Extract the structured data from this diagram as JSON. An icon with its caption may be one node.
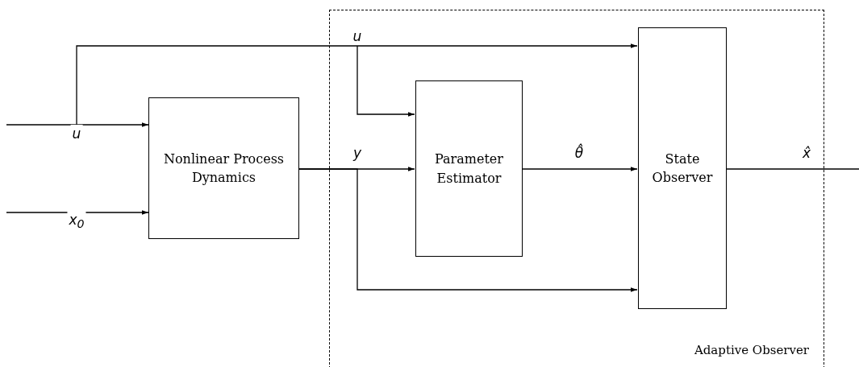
{
  "diagram": {
    "nodes": [
      {
        "text": [
          "Adaptive Observer"
        ]
      },
      {
        "text": [
          "Nonlinear Process Dynamics"
        ]
      },
      {
        "text": [
          "Parameter Estimator"
        ],
        "in": 0
      },
      {
        "text": [
          "State Observer"
        ],
        "in": 0
      }
    ],
    "edges": [
      {
        "from": null,
        "to": 1,
        "arrow": "to",
        "label": "u"
      },
      {
        "from": null,
        "to": 3,
        "arrow": "to"
      },
      {
        "from": null,
        "to": 2,
        "arrow": "to",
        "label": "u"
      },
      {
        "from": null,
        "to": 1,
        "arrow": "to",
        "label": "x$_{0}$"
      },
      {
        "from": 1,
        "to": 2,
        "arrow": "to",
        "label": "y"
      },
      {
        "from": 1,
        "to": 3,
        "arrow": "to"
      },
      {
        "from": 2,
        "to": 3,
        "arrow": "to",
        "label": "θ̂"
      },
      {
        "from": 3,
        "to": null,
        "arrow": "none",
        "label": "x̂"
      }
    ]
  }
}
